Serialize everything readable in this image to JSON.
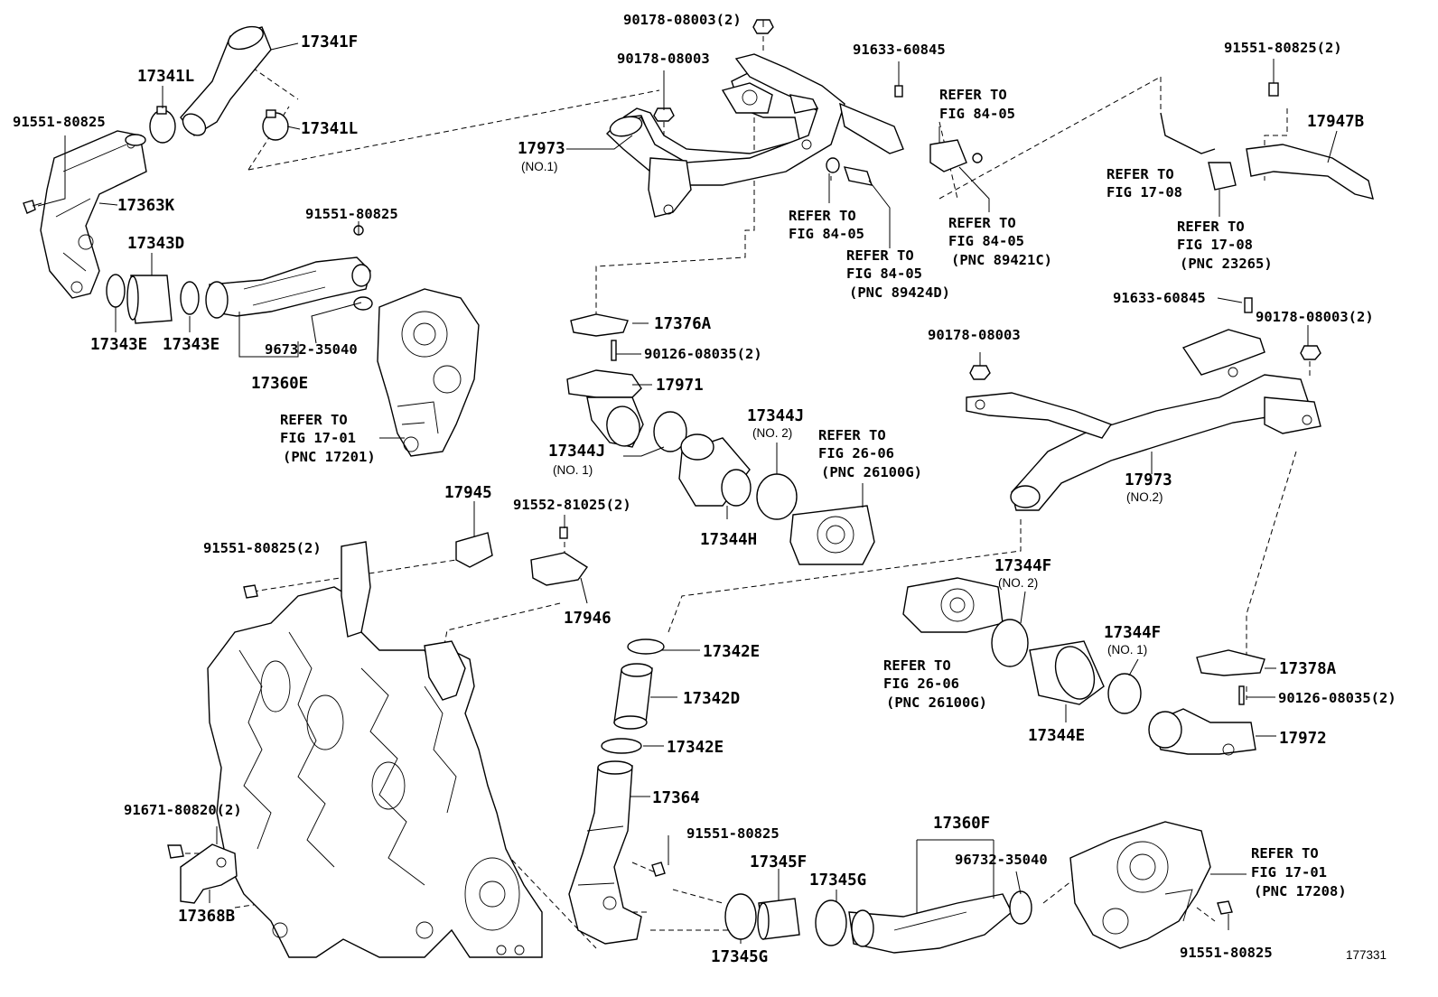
{
  "diagram_id": "177331",
  "labels": {
    "l01": "17341F",
    "l02": "17341L",
    "l03": "17341L",
    "l04": "91551-80825",
    "l05": "17363K",
    "l06": "17343D",
    "l07": "17343E",
    "l08": "17343E",
    "l09": "91551-80825",
    "l10": "96732-35040",
    "l11": "17360E",
    "l12": "REFER TO",
    "l13": "FIG 17-01",
    "l14": "(PNC 17201)",
    "l15": "90178-08003(2)",
    "l16": "90178-08003",
    "l17": "17973",
    "l18": "(NO.1)",
    "l19": "91633-60845",
    "l20": "REFER TO",
    "l21": "FIG 84-05",
    "l22": "REFER TO",
    "l23": "FIG 84-05",
    "l24": "REFER TO",
    "l25": "FIG 84-05",
    "l26": "(PNC 89424D)",
    "l27": "REFER TO",
    "l28": "FIG 84-05",
    "l29": "(PNC 89421C)",
    "l30": "91551-80825(2)",
    "l31": "17947B",
    "l32": "REFER TO",
    "l33": "FIG 17-08",
    "l34": "REFER TO",
    "l35": "FIG 17-08",
    "l36": "(PNC 23265)",
    "l37": "17376A",
    "l38": "90126-08035(2)",
    "l39": "17971",
    "l40": "17344J",
    "l41": "(NO. 2)",
    "l42": "17344J",
    "l43": "(NO. 1)",
    "l44": "REFER TO",
    "l45": "FIG 26-06",
    "l46": "(PNC 26100G)",
    "l47": "17344H",
    "l48": "91633-60845",
    "l49": "90178-08003(2)",
    "l50": "90178-08003",
    "l51": "17973",
    "l52": "(NO.2)",
    "l53": "17945",
    "l54": "91552-81025(2)",
    "l55": "91551-80825(2)",
    "l56": "17946",
    "l57": "17344F",
    "l58": "(NO. 2)",
    "l59": "17344F",
    "l60": "(NO. 1)",
    "l61": "REFER TO",
    "l62": "FIG 26-06",
    "l63": "(PNC 26100G)",
    "l64": "17344E",
    "l65": "17378A",
    "l66": "90126-08035(2)",
    "l67": "17972",
    "l68": "17342E",
    "l69": "17342D",
    "l70": "17342E",
    "l71": "17364",
    "l72": "91551-80825",
    "l73": "91671-80820(2)",
    "l74": "17368B",
    "l75": "17360F",
    "l76": "17345F",
    "l77": "17345G",
    "l78": "96732-35040",
    "l79": "REFER TO",
    "l80": "FIG 17-01",
    "l81": "(PNC 17208)",
    "l82": "91551-80825",
    "l83": "17345G"
  }
}
